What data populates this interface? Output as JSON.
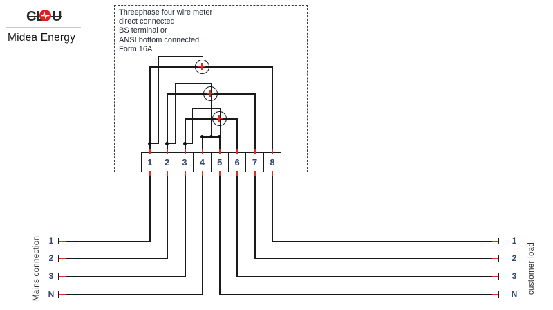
{
  "logo": {
    "brand_prefix": "CL",
    "brand_suffix": "U",
    "subtitle": "Midea Energy",
    "brand_red": "#d8231f"
  },
  "meter_box": {
    "lines": [
      "Threephase four wire meter",
      "direct connected",
      "BS terminal or",
      "ANSI bottom connected",
      "Form 16A"
    ]
  },
  "terminals": {
    "numbers": [
      "1",
      "2",
      "3",
      "4",
      "5",
      "6",
      "7",
      "8"
    ]
  },
  "mains": {
    "side_label": "Mains connection",
    "rail_labels": [
      "1",
      "2",
      "3",
      "N"
    ]
  },
  "load": {
    "side_label": "customer load",
    "rail_labels": [
      "1",
      "2",
      "3",
      "N"
    ]
  },
  "colors": {
    "wire": "#1a1a1a",
    "accent_red": "#d93025",
    "terminal_number": "#35476b",
    "diagram_text": "#1f2430",
    "logo_red": "#d8231f"
  }
}
